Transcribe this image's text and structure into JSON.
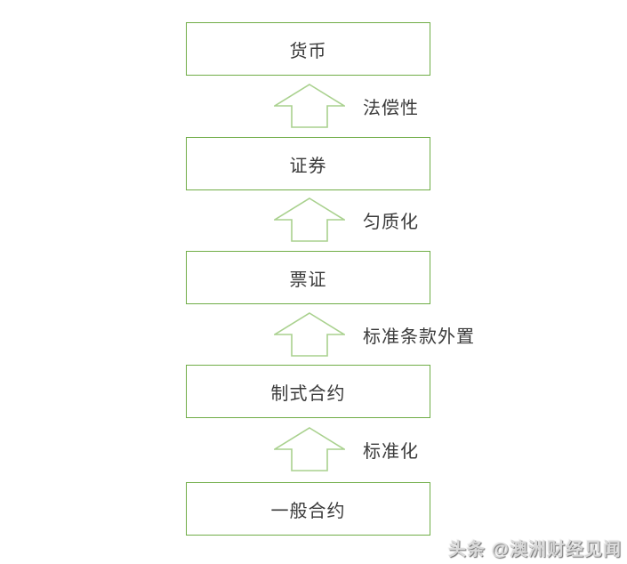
{
  "diagram": {
    "title_implied": "",
    "levels": [
      {
        "label": "货币"
      },
      {
        "label": "证券"
      },
      {
        "label": "票证"
      },
      {
        "label": "制式合约"
      },
      {
        "label": "一般合约"
      }
    ],
    "transitions": [
      {
        "label": "法偿性"
      },
      {
        "label": "匀质化"
      },
      {
        "label": "标准条款外置"
      },
      {
        "label": "标准化"
      }
    ],
    "colors": {
      "box_border": "#70AD47",
      "arrow_stroke": "#A9D18E",
      "text": "#3a3a3a"
    }
  },
  "watermark": {
    "text": "头条 @澳洲财经见闻"
  }
}
